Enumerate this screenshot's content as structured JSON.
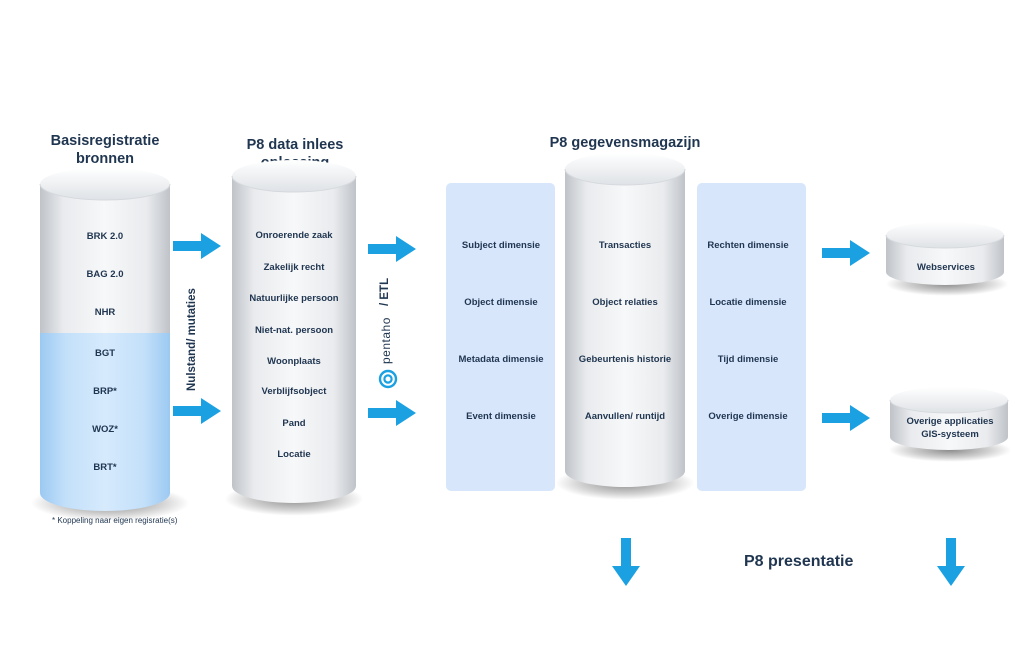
{
  "columns": {
    "basis": {
      "title_line1": "Basisregistratie",
      "title_line2": "bronnen",
      "items": [
        "BRK 2.0",
        "BAG 2.0",
        "NHR",
        "BGT",
        "BRP*",
        "WOZ*",
        "BRT*"
      ],
      "footnote": "* Koppeling naar eigen regisratie(s)"
    },
    "inlees": {
      "title_line1": "P8 data inlees",
      "title_line2": "oplossing",
      "items": [
        "Onroerende zaak",
        "Zakelijk recht",
        "Natuurlijke persoon",
        "Niet-nat. persoon",
        "Woonplaats",
        "Verblijfsobject",
        "Pand",
        "Locatie"
      ]
    },
    "magazijn": {
      "title": "P8 gegevensmagazijn",
      "left_panel": [
        "Subject dimensie",
        "Object dimensie",
        "Metadata dimensie",
        "Event dimensie"
      ],
      "center": [
        "Transacties",
        "Object relaties",
        "Gebeurtenis historie",
        "Aanvullen/ runtijd"
      ],
      "right_panel": [
        "Rechten dimensie",
        "Locatie dimensie",
        "Tijd dimensie",
        "Overige dimensie"
      ]
    },
    "outputs": {
      "webservices": "Webservices",
      "apps_line1": "Overige applicaties",
      "apps_line2": "GIS-systeem"
    }
  },
  "labels": {
    "nulstand": "Nulstand/ mutaties",
    "pentaho": "pentaho",
    "etl": "/ ETL",
    "presentatie": "P8 presentatie"
  },
  "colors": {
    "arrow": "#1ba1e2",
    "text": "#1f3550",
    "panel": "#d7e6fb",
    "cylinder_fill": "#a8d0f5"
  }
}
